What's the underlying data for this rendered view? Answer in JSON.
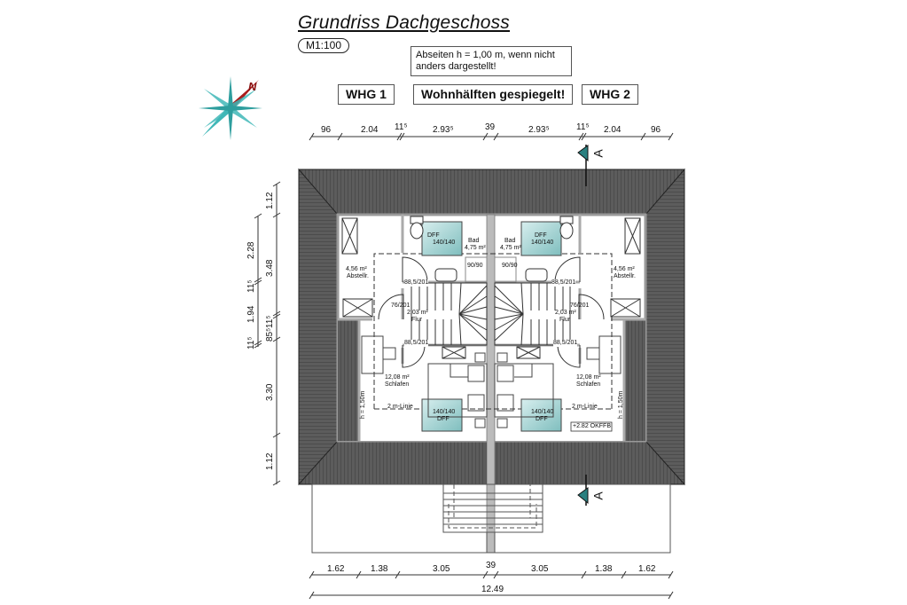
{
  "header": {
    "title": "Grundriss Dachgeschoss",
    "scale": "M1:100",
    "note": "Abseiten h = 1,00 m, wenn nicht anders dargestellt!",
    "unit_left": "WHG 1",
    "mirror_note": "Wohnhälften gespiegelt!",
    "unit_right": "WHG 2"
  },
  "compass": {
    "label": "N",
    "colors": {
      "rose": "#3fb7b7",
      "north": "#b01c1c"
    }
  },
  "section_marker": {
    "label": "A",
    "color": "#2a8080"
  },
  "dimensions": {
    "top": [
      "96",
      "2.04",
      "11⁵",
      "2.93⁵",
      "39",
      "2.93⁵",
      "11⁵",
      "2.04",
      "96"
    ],
    "bottom": [
      "1.62",
      "1.38",
      "3.05",
      "39",
      "3.05",
      "1.38",
      "1.62"
    ],
    "total": "12.49",
    "left_outer": [
      "1.12",
      "3.48",
      "85⁵",
      "11⁵",
      "3.30",
      "1.12"
    ],
    "left_inner": [
      "2.28",
      "11⁵",
      "1.94",
      "11⁵"
    ]
  },
  "rooms": {
    "left": {
      "storage_area": "4,56 m²",
      "storage_name": "Abstellr.",
      "bath_name": "Bad",
      "bath_area": "4,75 m²",
      "skylight_bath": "DFF",
      "skylight_bath_size": "140/140",
      "shower": "90/90",
      "door_bath": "88,5/201",
      "door_hall": "76/201",
      "hall_area": "2,03 m²",
      "hall_name": "Flur",
      "door_bedroom": "88,5/201",
      "bedroom_area": "12,08 m²",
      "bedroom_name": "Schlafen",
      "line_label": "2 m-Linie",
      "height_label": "h = 1,50m",
      "skylight_bed": "DFF",
      "skylight_bed_size": "140/140"
    },
    "right": {
      "storage_area": "4,56 m²",
      "storage_name": "Abstellr.",
      "bath_name": "Bad",
      "bath_area": "4,75 m²",
      "skylight_bath": "DFF",
      "skylight_bath_size": "140/140",
      "shower": "90/90",
      "door_bath": "88,5/201",
      "door_hall": "76/201",
      "hall_area": "2,03 m²",
      "hall_name": "Flur",
      "door_bedroom": "88,5/201",
      "bedroom_area": "12,08 m²",
      "bedroom_name": "Schlafen",
      "line_label": "2 m-Linie",
      "height_label": "h = 1,50m",
      "skylight_bed": "DFF",
      "skylight_bed_size": "140/140",
      "level": "+2.82 OKFFB"
    }
  },
  "colors": {
    "roof": "#5a5a5a",
    "roof_line": "#3a3a3a",
    "skylight": "#8fc9c9",
    "wall": "#bdbdbd"
  }
}
